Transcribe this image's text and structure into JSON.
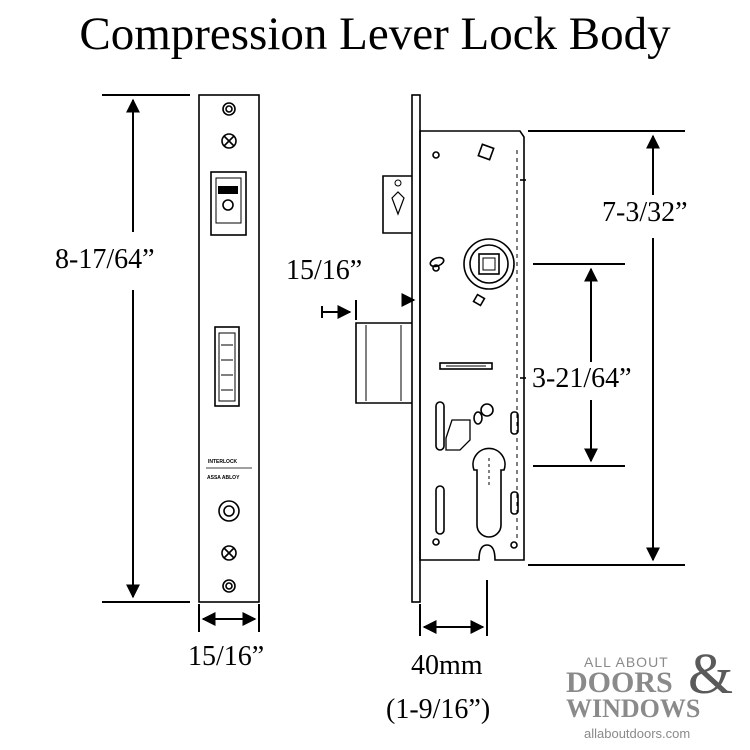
{
  "title": "Compression Lever Lock Body",
  "dimensions": {
    "faceplate_height": "8-17/64”",
    "faceplate_width": "15/16”",
    "latch_projection": "15/16”",
    "body_height": "7-3/32”",
    "spindle_to_cylinder": "3-21/64”",
    "backset": "40mm",
    "backset_imperial": "(1-9/16”)"
  },
  "faceplate_marks": {
    "maker": "INTERLOCK",
    "group": "ASSA ABLOY"
  },
  "brand": {
    "line1": "ALL ABOUT",
    "doors": "DOORS",
    "amp": "&",
    "windows": "WINDOWS",
    "url": "allaboutdoors.com"
  },
  "colors": {
    "line": "#000000",
    "brand_gray": "#8a8a8a",
    "brand_dark": "#5a5a5a"
  }
}
